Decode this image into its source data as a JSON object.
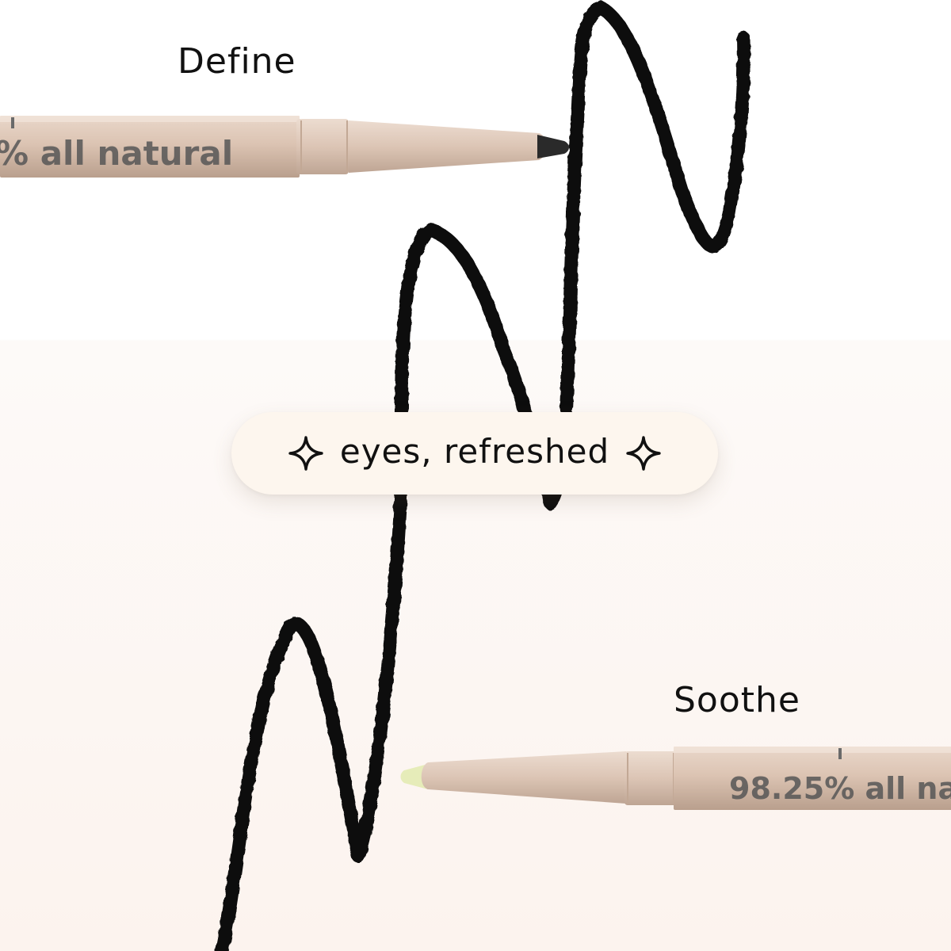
{
  "top_product": {
    "name": "Define",
    "barrel_text": "% all natural",
    "tip_color": "#2a2a2a"
  },
  "bottom_product": {
    "name": "Soothe",
    "barrel_text": "98.25% all na",
    "tip_color": "#e6ecb9"
  },
  "badge": {
    "text": "eyes, refreshed",
    "left_icon": "sparkle-icon",
    "right_icon": "sparkle-icon"
  },
  "colors": {
    "barrel": "#dcc4b3",
    "scribble": "#0b0b0b",
    "badge_background": "#fdf6ee"
  }
}
